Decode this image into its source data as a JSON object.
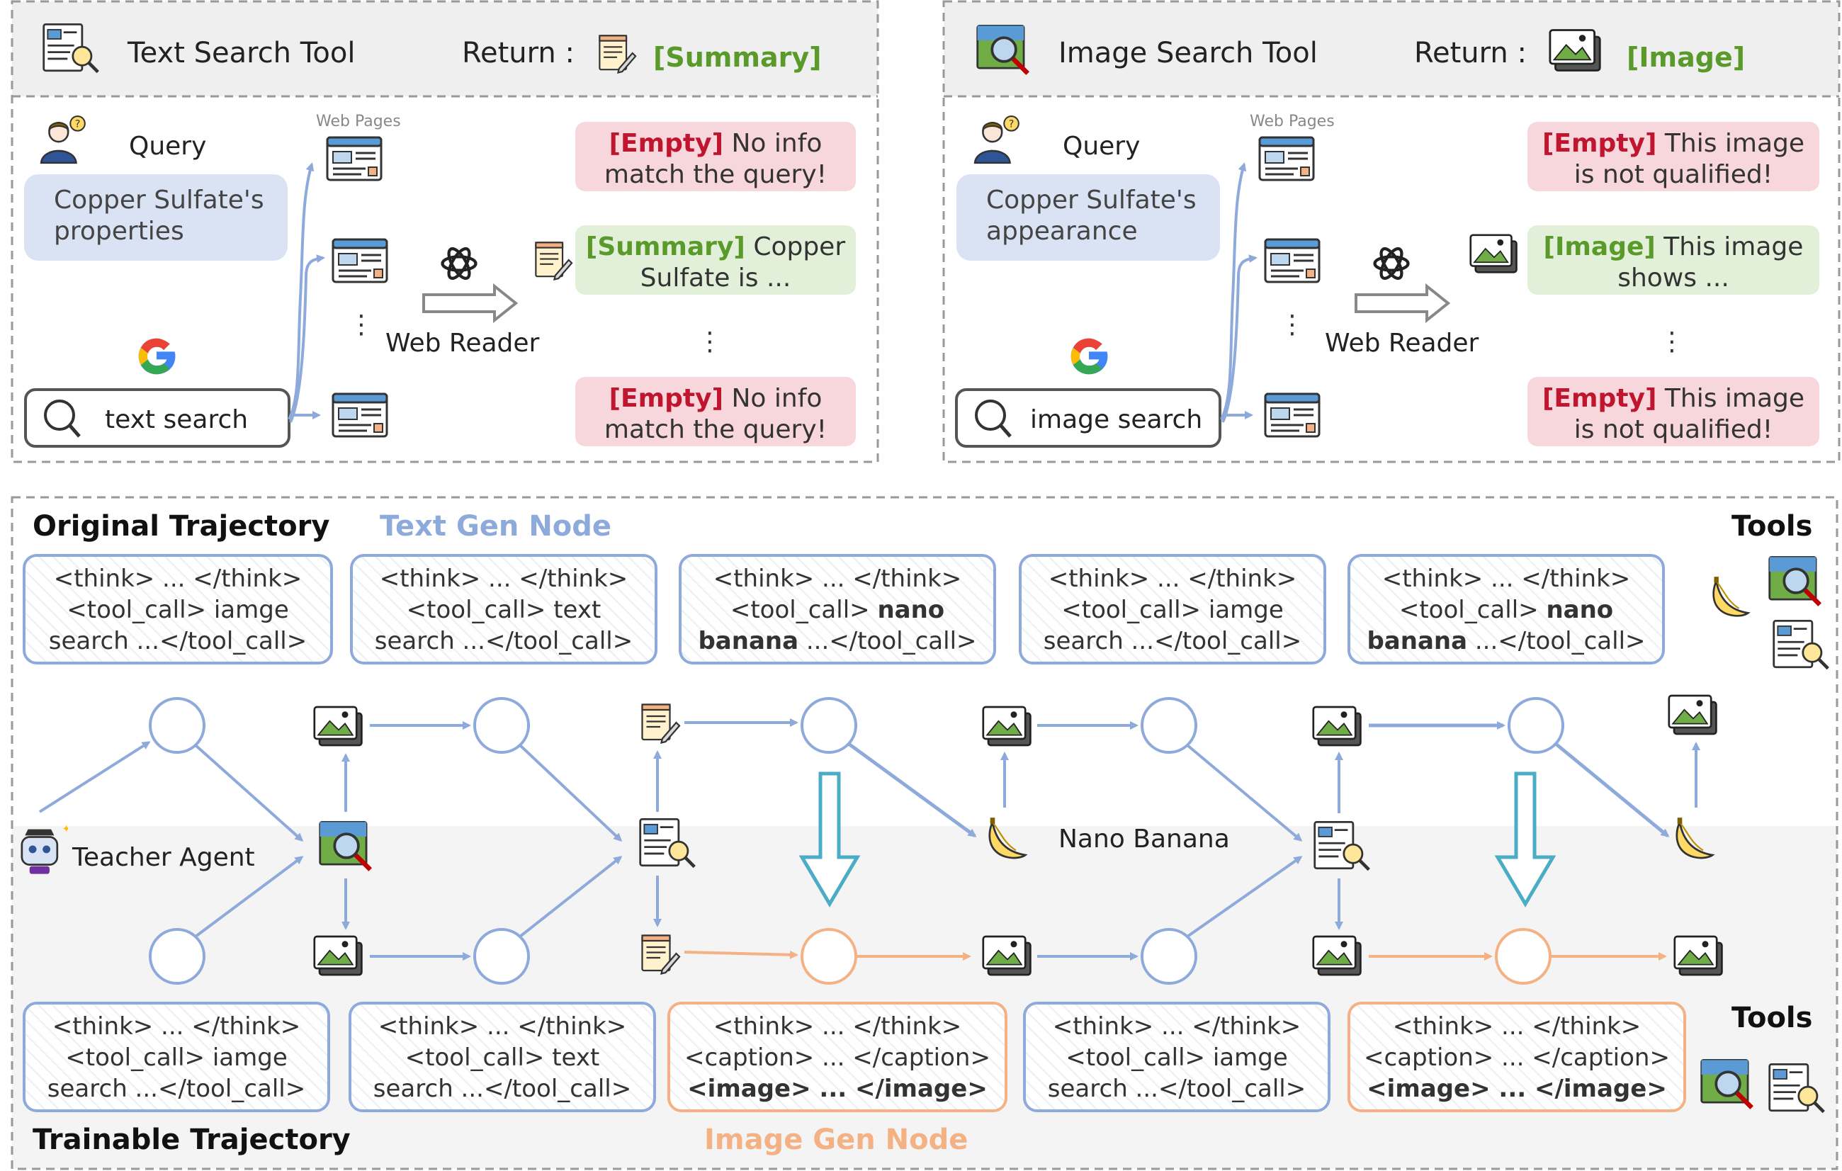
{
  "text_tool": {
    "title": "Text Search Tool",
    "return_label": "Return :",
    "return_value": "[Summary]",
    "query_label": "Query",
    "query_text_1": "Copper Sulfate's",
    "query_text_2": "properties",
    "web_pages_label": "Web Pages",
    "search_text": "text search",
    "web_reader_label": "Web  Reader",
    "result_1_tag": "[Empty]",
    "result_1_line1": "No info",
    "result_1_line2": "match the query!",
    "result_2_tag": "[Summary]",
    "result_2_line1": "Copper",
    "result_2_line2": "Sulfate is ...",
    "result_3_tag": "[Empty]",
    "result_3_line1": "No info",
    "result_3_line2": "match the query!"
  },
  "image_tool": {
    "title": "Image Search Tool",
    "return_label": "Return :",
    "return_value": "[Image]",
    "query_label": "Query",
    "query_text_1": "Copper Sulfate's",
    "query_text_2": "appearance",
    "web_pages_label": "Web Pages",
    "search_text": "image search",
    "web_reader_label": "Web  Reader",
    "result_1_tag": "[Empty]",
    "result_1_line1": "This image",
    "result_1_line2": "is not qualified!",
    "result_2_tag": "[Image]",
    "result_2_line1": "This image",
    "result_2_line2": "shows ...",
    "result_3_tag": "[Empty]",
    "result_3_line1": "This image",
    "result_3_line2": "is not qualified!"
  },
  "trajectory": {
    "original_label": "Original Trajectory",
    "text_gen_label": "Text Gen Node",
    "tools_top_label": "Tools",
    "tools_bottom_label": "Tools",
    "trainable_label": "Trainable Trajectory",
    "image_gen_label": "Image Gen Node",
    "teacher_label": "Teacher Agent",
    "nano_label": "Nano Banana",
    "top_boxes": [
      {
        "l1": "<think> ... </think>",
        "l2": "<tool_call> iamge",
        "l3": "search ...</tool_call>"
      },
      {
        "l1": "<think> ... </think>",
        "l2": "<tool_call> text",
        "l3": "search ...</tool_call>"
      },
      {
        "l1": "<think> ... </think>",
        "l2a": "<tool_call> ",
        "l2b": "nano",
        "l3a": "banana",
        "l3b": " ...</tool_call>"
      },
      {
        "l1": "<think> ... </think>",
        "l2": "<tool_call> iamge",
        "l3": "search ...</tool_call>"
      },
      {
        "l1": "<think> ... </think>",
        "l2a": "<tool_call> ",
        "l2b": "nano",
        "l3a": "banana",
        "l3b": " ...</tool_call>"
      }
    ],
    "bottom_boxes": [
      {
        "l1": "<think> ... </think>",
        "l2": "<tool_call> iamge",
        "l3": "search ...</tool_call>"
      },
      {
        "l1": "<think> ... </think>",
        "l2": "<tool_call> text",
        "l3": "search ...</tool_call>"
      },
      {
        "l1": "<think> ... </think>",
        "l2": "<caption> ... </caption>",
        "l3": "<image> ...  </image>"
      },
      {
        "l1": "<think> ... </think>",
        "l2": "<tool_call> iamge",
        "l3": "search ...</tool_call>"
      },
      {
        "l1": "<think> ... </think>",
        "l2": "<caption> ... </caption>",
        "l3": "<image> ...  </image>"
      }
    ]
  },
  "colors": {
    "blue": "#8eaadb",
    "orange": "#f4b183",
    "teal": "#4bacc6",
    "green_text": "#5a9a2a",
    "red_text": "#c0152f",
    "pink_bg": "#f8d7dc",
    "green_bg": "#e2efd9",
    "query_bg": "#dae3f3"
  }
}
